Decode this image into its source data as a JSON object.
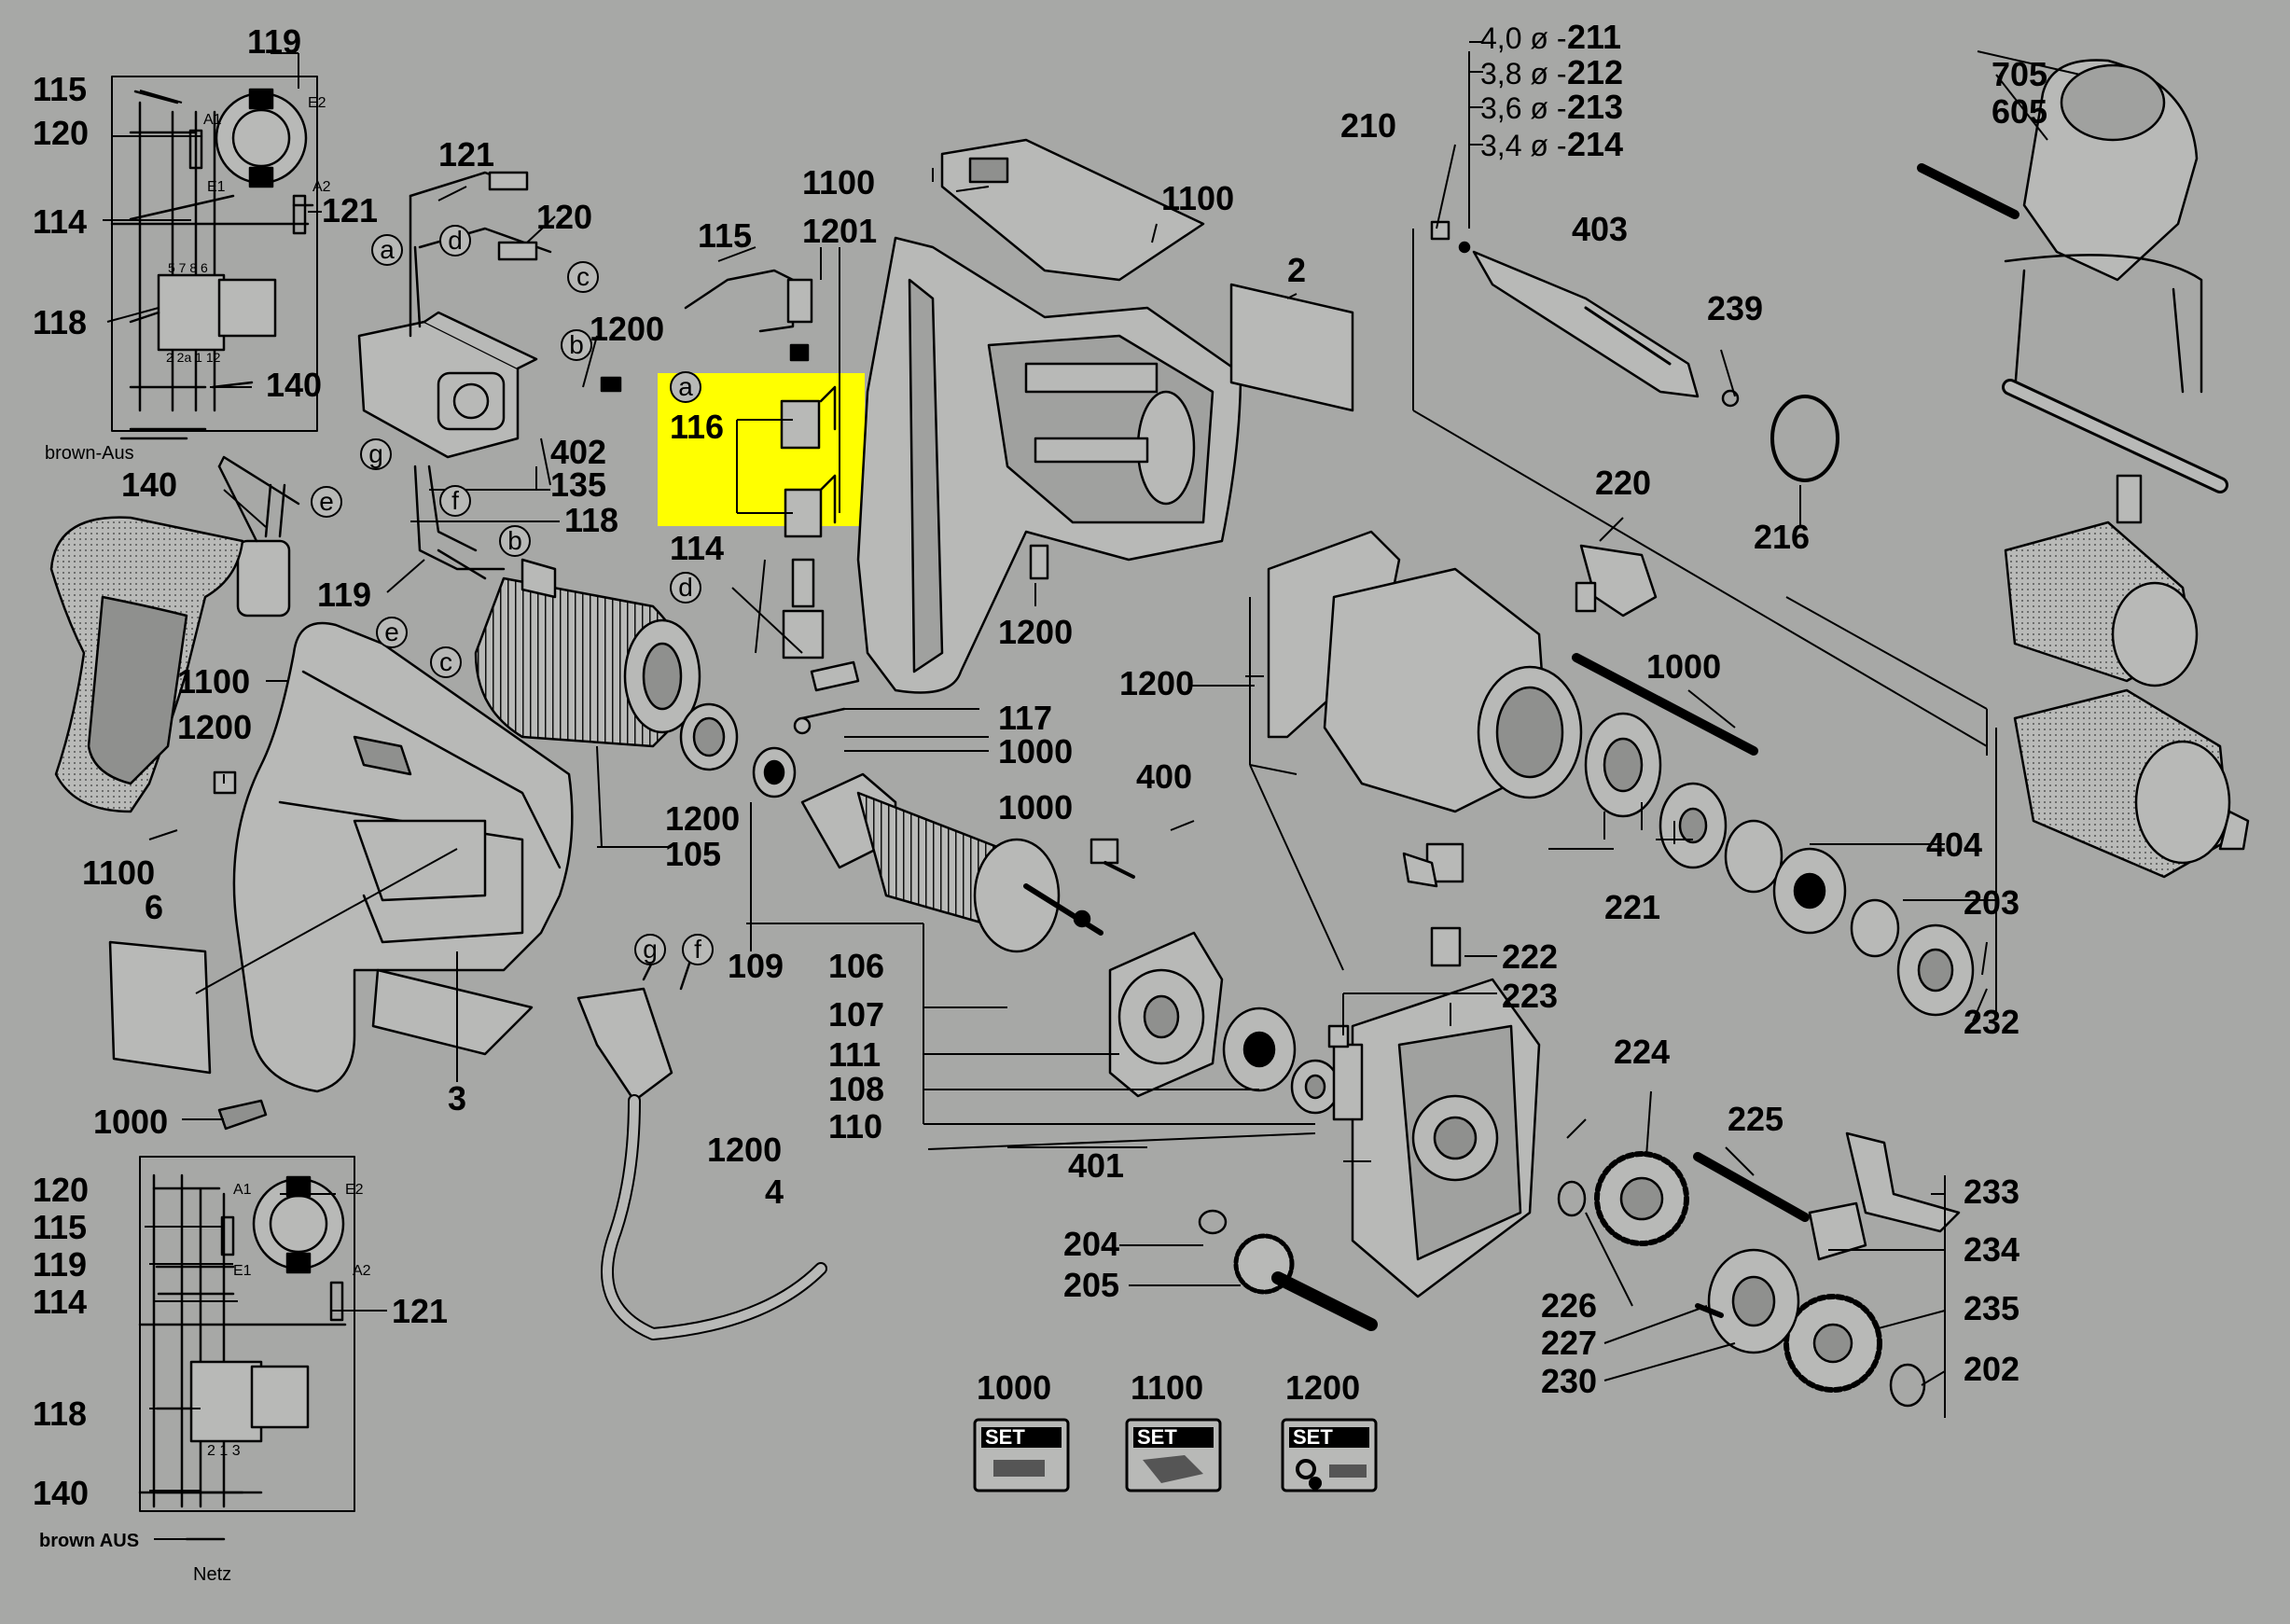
{
  "colors": {
    "background": "#a7a8a6",
    "highlight": "#ffff00",
    "line": "#000000",
    "part_fill": "#b8b9b7"
  },
  "labels": {
    "l119": "119",
    "l115a": "115",
    "l120a": "120",
    "l114a": "114",
    "l121a": "121",
    "l118a": "118",
    "l140a": "140",
    "brown_aus_top": "brown-Aus",
    "l121b": "121",
    "l120b": "120",
    "l1200a": "1200",
    "l402": "402",
    "l135": "135",
    "l118b": "118",
    "l119b": "119",
    "l140b": "140",
    "l1100a": "1100",
    "l1200b": "1200",
    "l1100b": "1100",
    "l6": "6",
    "l1000a": "1000",
    "l3": "3",
    "l115b": "115",
    "l1201": "1201",
    "l1100c": "1100",
    "l1100d": "1100",
    "l2": "2",
    "l116": "116",
    "l114b": "114",
    "l117": "117",
    "l1000b": "1000",
    "l1200c": "1200",
    "l105": "105",
    "l109": "109",
    "l1000c": "1000",
    "l106": "106",
    "l107": "107",
    "l111": "111",
    "l108": "108",
    "l110": "110",
    "l1200d": "1200",
    "l4": "4",
    "l1200e": "1200",
    "l210": "210",
    "l211": "211",
    "l212": "212",
    "l213": "213",
    "l214": "214",
    "d211": "4,0 ø -",
    "d212": "3,8 ø -",
    "d213": "3,6 ø -",
    "d214": "3,4 ø -",
    "l403": "403",
    "l239": "239",
    "l705": "705",
    "l605": "605",
    "l216": "216",
    "l220": "220",
    "l1200f": "1200",
    "l1000d": "1000",
    "l400": "400",
    "l404": "404",
    "l221": "221",
    "l203": "203",
    "l232": "232",
    "l222": "222",
    "l223": "223",
    "l224": "224",
    "l225": "225",
    "l401": "401",
    "l233": "233",
    "l234": "234",
    "l204": "204",
    "l205": "205",
    "l226": "226",
    "l227": "227",
    "l230": "230",
    "l235": "235",
    "l202": "202",
    "l120c": "120",
    "l115c": "115",
    "l119c": "119",
    "l114c": "114",
    "l121c": "121",
    "l118c": "118",
    "l140c": "140",
    "brown_aus_bottom": "brown AUS",
    "netz": "Netz",
    "set_1000": "1000",
    "set_1100": "1100",
    "set_1200": "1200",
    "set_word": "SET",
    "circ_a": "a",
    "circ_b": "b",
    "circ_c": "c",
    "circ_d": "d",
    "circ_e": "e",
    "circ_f": "f",
    "circ_g": "g",
    "term_A1": "A1",
    "term_A2": "A2",
    "term_E1": "E1",
    "term_E2": "E2",
    "sw_pins_top": "5 7 8 6",
    "sw_pins_bot": "2 2a 1 12",
    "sw_pins_b": "2 1 3"
  }
}
